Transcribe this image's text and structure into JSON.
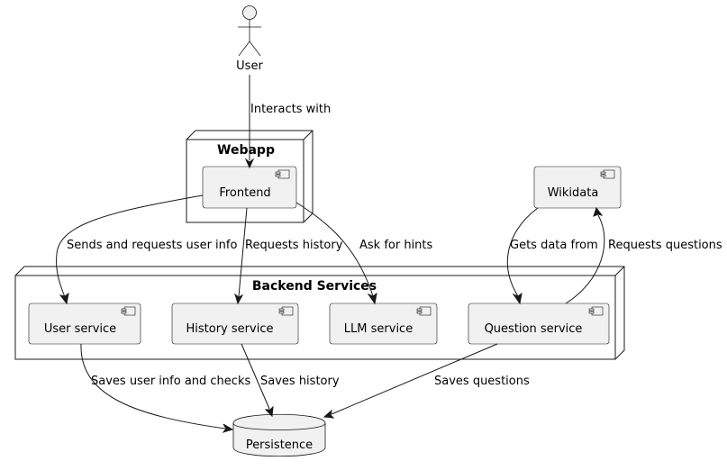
{
  "actor": {
    "label": "User"
  },
  "groups": {
    "webapp": "Webapp",
    "backend": "Backend Services"
  },
  "components": {
    "frontend": "Frontend",
    "wikidata": "Wikidata",
    "user_service": "User service",
    "history_service": "History service",
    "llm_service": "LLM service",
    "question_service": "Question service"
  },
  "database": {
    "label": "Persistence"
  },
  "edges": {
    "interacts": "Interacts with",
    "sends_user_info": "Sends and requests user info",
    "requests_history": "Requests history",
    "ask_hints": "Ask for hints",
    "gets_data": "Gets data from",
    "requests_questions": "Requests questions",
    "saves_user_info": "Saves user info and checks",
    "saves_history": "Saves history",
    "saves_questions": "Saves questions"
  }
}
